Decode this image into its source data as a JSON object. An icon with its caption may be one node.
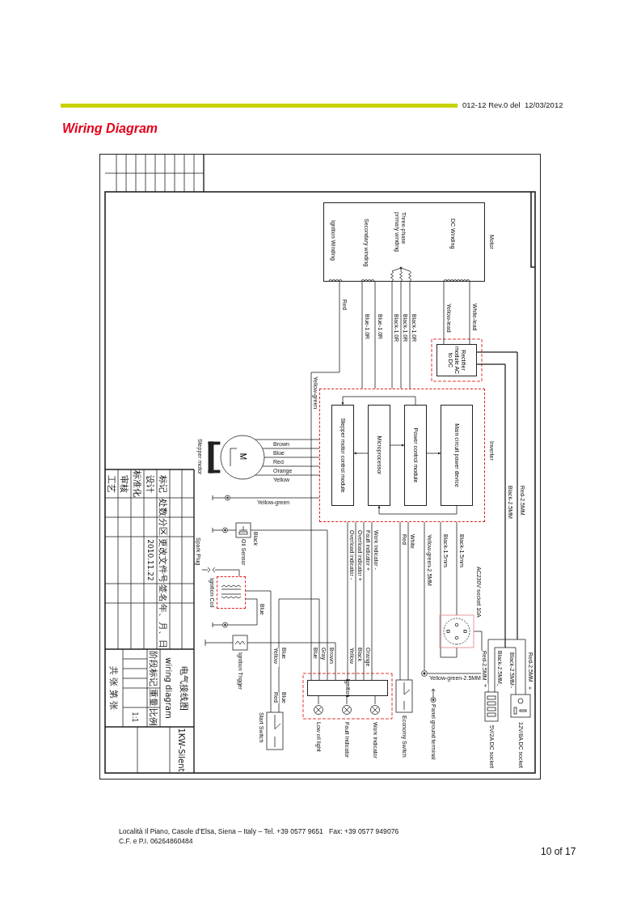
{
  "diagram": {
    "title": "Wiring Diagram",
    "nodes": [
      {
        "text": [
          "Motor"
        ]
      },
      {
        "text": [
          "Ignition Winding"
        ],
        "in": 0
      },
      {
        "text": [
          "Secondary winding"
        ],
        "in": 0
      },
      {
        "text": [
          "Three-phase primary winding"
        ],
        "in": 0
      },
      {
        "text": [
          "DC Winding"
        ],
        "in": 0
      },
      {
        "text": [
          "Rectifier module AC to DC"
        ]
      },
      {
        "text": [
          "Inverter"
        ]
      },
      {
        "text": [
          "Stepper motor control module"
        ],
        "in": 6
      },
      {
        "text": [
          "Microprocessor"
        ],
        "in": 6
      },
      {
        "text": [
          "Power control module"
        ],
        "in": 6
      },
      {
        "text": [
          "Main circuit power device"
        ],
        "in": 6
      },
      {
        "text": [
          "M"
        ],
        "beside": [
          "Stepper motor"
        ]
      },
      {
        "text": [],
        "shape": "circle"
      },
      {
        "text": [
          "Oil Sensor"
        ]
      },
      {
        "text": [],
        "shape": "circle"
      },
      {
        "text": [
          "Spark Plug"
        ]
      },
      {
        "text": [
          "Ignition Coil"
        ]
      },
      {
        "text": [],
        "shape": "circle"
      },
      {
        "text": [
          "Ignition Trigger"
        ]
      },
      {
        "text": [
          "Start Switch"
        ]
      },
      {
        "text": [
          "Ignition"
        ]
      },
      {
        "text": [
          "Low oil light"
        ]
      },
      {
        "text": [
          "Fault Indicator"
        ]
      },
      {
        "text": [
          "Work Indicator"
        ]
      },
      {
        "text": [
          "Economy Switch"
        ]
      },
      {
        "text": [
          "Panel ground terminal"
        ]
      },
      {
        "text": [
          "AC230V socket 10A"
        ]
      },
      {
        "text": [
          "5V/2A DC socket"
        ]
      },
      {
        "text": [
          "12V/8A DC socket"
        ]
      },
      {
        "text": [],
        "shape": "circle"
      }
    ],
    "edges": [
      {
        "from": 1,
        "to": 20,
        "arrow": "none",
        "label": "Red"
      },
      {
        "from": 2,
        "to": 6,
        "arrow": "none",
        "label": "Blue-1.0R"
      },
      {
        "from": 2,
        "to": 6,
        "arrow": "none",
        "label": "Blue-1.0R"
      },
      {
        "from": 3,
        "to": 6,
        "arrow": "none",
        "label": "Black-1.0R"
      },
      {
        "from": 3,
        "to": 6,
        "arrow": "none",
        "label": "Black-1.0R"
      },
      {
        "from": 3,
        "to": 6,
        "arrow": "none",
        "label": "Black-1.0R"
      },
      {
        "from": 4,
        "to": 5,
        "arrow": "none",
        "label": "Yellow-lead"
      },
      {
        "from": 4,
        "to": 5,
        "arrow": "none",
        "label": "White-lead"
      },
      {
        "from": 5,
        "to": 27,
        "arrow": "none",
        "label": "Red-2.5MM"
      },
      {
        "from": 5,
        "to": 27,
        "arrow": "none",
        "label": "Black-2.5MM"
      },
      {
        "from": 5,
        "to": 28,
        "arrow": "none",
        "label": "Black-2.5MM"
      },
      {
        "from": 5,
        "to": 28,
        "arrow": "none",
        "label": "Red-2.5MM"
      },
      {
        "from": 8,
        "to": 7,
        "arrow": "to"
      },
      {
        "from": 8,
        "to": 9,
        "arrow": "to"
      },
      {
        "from": 9,
        "to": 10,
        "arrow": "to"
      },
      {
        "from": 9,
        "to": 7,
        "arrow": "to"
      },
      {
        "from": 10,
        "to": 8,
        "arrow": "to"
      },
      {
        "from": 6,
        "to": 11,
        "arrow": "none",
        "label": "Brown"
      },
      {
        "from": 6,
        "to": 11,
        "arrow": "none",
        "label": "Blue"
      },
      {
        "from": 6,
        "to": 11,
        "arrow": "none",
        "label": "Red"
      },
      {
        "from": 6,
        "to": 11,
        "arrow": "none",
        "label": "Orange"
      },
      {
        "from": 6,
        "to": 11,
        "arrow": "none",
        "label": "Yellow"
      },
      {
        "from": 6,
        "to": 12,
        "arrow": "none",
        "label": "Yellow-green"
      },
      {
        "from": 6,
        "to": 20,
        "arrow": "none",
        "label": "Overload indicator -"
      },
      {
        "from": 6,
        "to": 20,
        "arrow": "none",
        "label": "Overload indicator +"
      },
      {
        "from": 6,
        "to": 20,
        "arrow": "none",
        "label": "Fault indicator +"
      },
      {
        "from": 6,
        "to": 20,
        "arrow": "none",
        "label": "Work indicator -"
      },
      {
        "from": 6,
        "to": 24,
        "arrow": "none",
        "label": "Red"
      },
      {
        "from": 6,
        "to": 24,
        "arrow": "none",
        "label": "White"
      },
      {
        "from": 6,
        "to": 26,
        "arrow": "none",
        "label": "Black-1.5mm"
      },
      {
        "from": 6,
        "to": 26,
        "arrow": "none",
        "label": "Black-1.5mm"
      },
      {
        "from": 6,
        "to": 29,
        "arrow": "none",
        "label": "Yellow-green-2.5MM"
      },
      {
        "from": 26,
        "to": 29,
        "arrow": "none",
        "label": "Yellow-green-2.5MM"
      },
      {
        "from": 13,
        "to": 14,
        "arrow": "none"
      },
      {
        "from": 13,
        "to": 20,
        "arrow": "none",
        "label": "Black"
      },
      {
        "from": 15,
        "to": 16,
        "arrow": "none"
      },
      {
        "from": 16,
        "to": 17,
        "arrow": "none",
        "label": "Blue"
      },
      {
        "from": 19,
        "to": 16,
        "arrow": "none",
        "label": "Yellow"
      },
      {
        "from": 19,
        "to": 20,
        "arrow": "none",
        "label": "Blue"
      },
      {
        "from": 18,
        "to": 20,
        "arrow": "none"
      },
      {
        "from": 20,
        "to": 21,
        "arrow": "none"
      },
      {
        "from": 20,
        "to": 22,
        "arrow": "none"
      },
      {
        "from": 20,
        "to": 23,
        "arrow": "none"
      }
    ],
    "labels": [
      "012-12 Rev.0 del  12/03/2012",
      "Yellow-green",
      "Red-2.5MM",
      "Black-2.5MM",
      "Blue",
      "Gray",
      "Brown",
      "Yellow",
      "Black",
      "Orange",
      "Red",
      "Blue",
      "+",
      "-",
      "-",
      "+",
      "标记",
      "处数",
      "分区",
      "更改文件号",
      "签名",
      "年、月、日",
      "设计",
      "2010.11.22",
      "标准化",
      "审核",
      "工艺",
      "电气接线图",
      "wiring diagram",
      "阶段标记",
      "重量",
      "比例",
      "1:1",
      "共 张 第 张",
      "1KW-Silent",
      "Località Il Piano, Casole d’Elsa, Siena – Italy – Tel. +39 0577 9651   Fax: +39 0577 949076",
      "C.F. e P.I. 06264860484",
      "10 of 17"
    ]
  }
}
